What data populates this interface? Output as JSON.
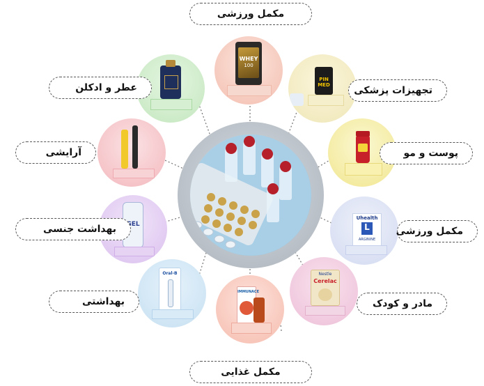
{
  "categories": [
    {
      "id": "top",
      "label": "مکمل  ورزشی"
    },
    {
      "id": "medical",
      "label": "تجهیزات پزشکی"
    },
    {
      "id": "skin",
      "label": "پوست و مو"
    },
    {
      "id": "sport",
      "label": "مکمل ورزشی"
    },
    {
      "id": "baby",
      "label": "مادر و کودک"
    },
    {
      "id": "food",
      "label": "مکمل  غذایی"
    },
    {
      "id": "hygiene",
      "label": "بهداشتی"
    },
    {
      "id": "sexual",
      "label": "بهداشت  جنسی"
    },
    {
      "id": "makeup",
      "label": "آرایشی"
    },
    {
      "id": "perfume",
      "label": "عطر و ادکلن"
    }
  ],
  "product_text": {
    "whey": "WHEY",
    "whey_num": "100",
    "pinmed": "PIN MED",
    "uhealth": "Uhealth",
    "uhealth_letter": "L",
    "uhealth_sub": "ARGININE",
    "cerelac": "Cerelac",
    "cerelac_brand": "Nestle",
    "gel": "GEL",
    "oralb": "Oral-B",
    "immunace": "IMMUNACE"
  },
  "colors": {
    "top": "#f7cfc3",
    "medical": "#f4efc8",
    "skin": "#f7f1b8",
    "sport": "#dfe4f5",
    "baby": "#f3d3e4",
    "food": "#fbd7cd",
    "hygiene": "#d6e9f6",
    "sexual": "#e3cdf2",
    "makeup": "#f8d0d3",
    "perfume": "#d6efd2"
  }
}
